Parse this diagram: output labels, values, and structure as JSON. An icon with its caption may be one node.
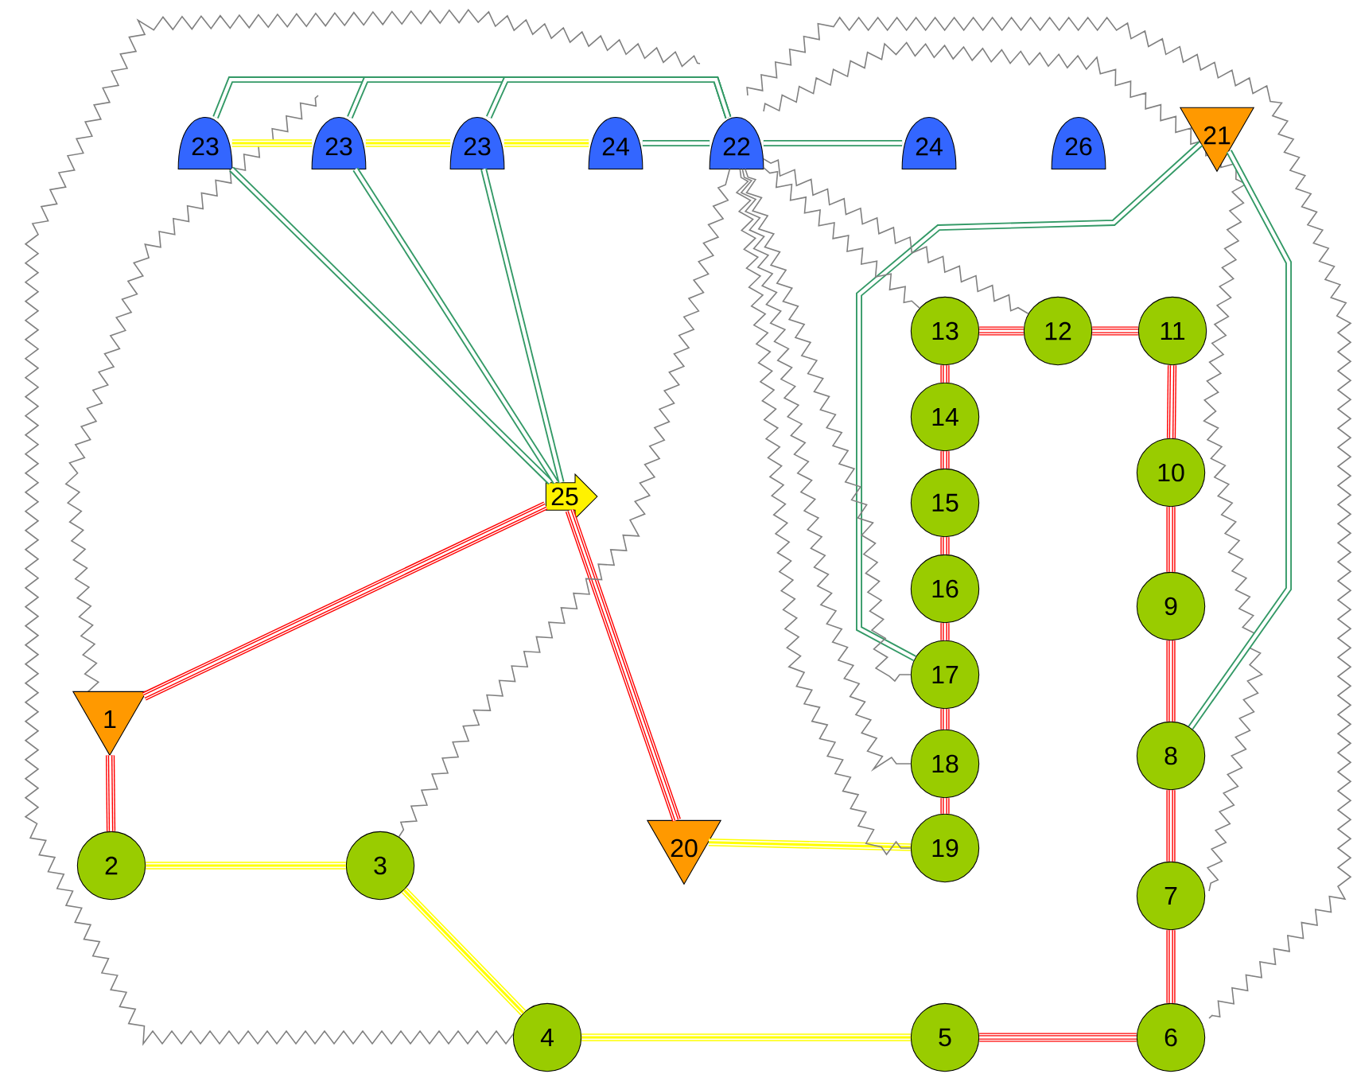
{
  "diagram": {
    "nodes": [
      {
        "text": [
          "1"
        ]
      },
      {
        "text": [
          "2"
        ]
      },
      {
        "text": [
          "3"
        ]
      },
      {
        "text": [
          "4"
        ]
      },
      {
        "text": [
          "5"
        ]
      },
      {
        "text": [
          "6"
        ]
      },
      {
        "text": [
          "7"
        ]
      },
      {
        "text": [
          "8"
        ]
      },
      {
        "text": [
          "9"
        ]
      },
      {
        "text": [
          "10"
        ]
      },
      {
        "text": [
          "11"
        ]
      },
      {
        "text": [
          "12"
        ]
      },
      {
        "text": [
          "13"
        ]
      },
      {
        "text": [
          "14"
        ]
      },
      {
        "text": [
          "15"
        ]
      },
      {
        "text": [
          "16"
        ]
      },
      {
        "text": [
          "17"
        ]
      },
      {
        "text": [
          "18"
        ]
      },
      {
        "text": [
          "19"
        ]
      },
      {
        "text": [
          "20"
        ]
      },
      {
        "text": [
          "21"
        ]
      },
      {
        "text": [
          "22"
        ]
      },
      {
        "text": [
          "23"
        ]
      },
      {
        "text": [
          "23"
        ]
      },
      {
        "text": [
          "23"
        ]
      },
      {
        "text": [
          "24"
        ]
      },
      {
        "text": [
          "24"
        ]
      },
      {
        "text": [
          "26"
        ]
      },
      {
        "text": [
          "25"
        ]
      }
    ],
    "edges": [
      {
        "from": 0,
        "to": 1,
        "arrow": "none"
      },
      {
        "from": 0,
        "to": 28,
        "arrow": "none"
      },
      {
        "from": 28,
        "to": 19,
        "arrow": "none"
      },
      {
        "from": 4,
        "to": 5,
        "arrow": "none"
      },
      {
        "from": 5,
        "to": 6,
        "arrow": "none"
      },
      {
        "from": 6,
        "to": 7,
        "arrow": "none"
      },
      {
        "from": 7,
        "to": 8,
        "arrow": "none"
      },
      {
        "from": 8,
        "to": 9,
        "arrow": "none"
      },
      {
        "from": 9,
        "to": 10,
        "arrow": "none"
      },
      {
        "from": 10,
        "to": 11,
        "arrow": "none"
      },
      {
        "from": 11,
        "to": 12,
        "arrow": "none"
      },
      {
        "from": 12,
        "to": 13,
        "arrow": "none"
      },
      {
        "from": 13,
        "to": 14,
        "arrow": "none"
      },
      {
        "from": 14,
        "to": 15,
        "arrow": "none"
      },
      {
        "from": 15,
        "to": 16,
        "arrow": "none"
      },
      {
        "from": 16,
        "to": 17,
        "arrow": "none"
      },
      {
        "from": 17,
        "to": 18,
        "arrow": "none"
      },
      {
        "from": 1,
        "to": 2,
        "arrow": "none",
        "color": "#ffff00"
      },
      {
        "from": 2,
        "to": 3,
        "arrow": "none",
        "color": "#ffff00"
      },
      {
        "from": 3,
        "to": 4,
        "arrow": "none",
        "color": "#ffff00"
      },
      {
        "from": 19,
        "to": 18,
        "arrow": "none",
        "color": "#ffff00"
      },
      {
        "from": 22,
        "to": 23,
        "arrow": "none",
        "color": "#ffff00"
      },
      {
        "from": 23,
        "to": 24,
        "arrow": "none",
        "color": "#ffff00"
      },
      {
        "from": 24,
        "to": 25,
        "arrow": "none",
        "color": "#ffff00"
      },
      {
        "from": 22,
        "to": 28,
        "arrow": "none",
        "color": "#339966"
      },
      {
        "from": 23,
        "to": 28,
        "arrow": "none",
        "color": "#339966"
      },
      {
        "from": 24,
        "to": 28,
        "arrow": "none",
        "color": "#339966"
      },
      {
        "from": 22,
        "to": 21,
        "arrow": "none",
        "color": "#339966"
      },
      {
        "from": 23,
        "to": 21,
        "arrow": "none",
        "color": "#339966"
      },
      {
        "from": 24,
        "to": 21,
        "arrow": "none",
        "color": "#339966"
      },
      {
        "from": 25,
        "to": 21,
        "arrow": "none",
        "color": "#339966"
      },
      {
        "from": 21,
        "to": 26,
        "arrow": "none",
        "color": "#339966"
      },
      {
        "from": 20,
        "to": 16,
        "arrow": "none",
        "color": "#339966"
      },
      {
        "from": 20,
        "to": 7,
        "arrow": "none",
        "color": "#339966"
      },
      {
        "from": 21,
        "to": 12,
        "arrow": "none",
        "color": "#808080"
      },
      {
        "from": 21,
        "to": 11,
        "arrow": "none",
        "color": "#808080"
      },
      {
        "from": 21,
        "to": 16,
        "arrow": "none",
        "color": "#808080"
      },
      {
        "from": 21,
        "to": 17,
        "arrow": "none",
        "color": "#808080"
      },
      {
        "from": 21,
        "to": 18,
        "arrow": "none",
        "color": "#808080"
      },
      {
        "from": 2,
        "to": 21,
        "arrow": "none",
        "color": "#808080"
      }
    ]
  }
}
